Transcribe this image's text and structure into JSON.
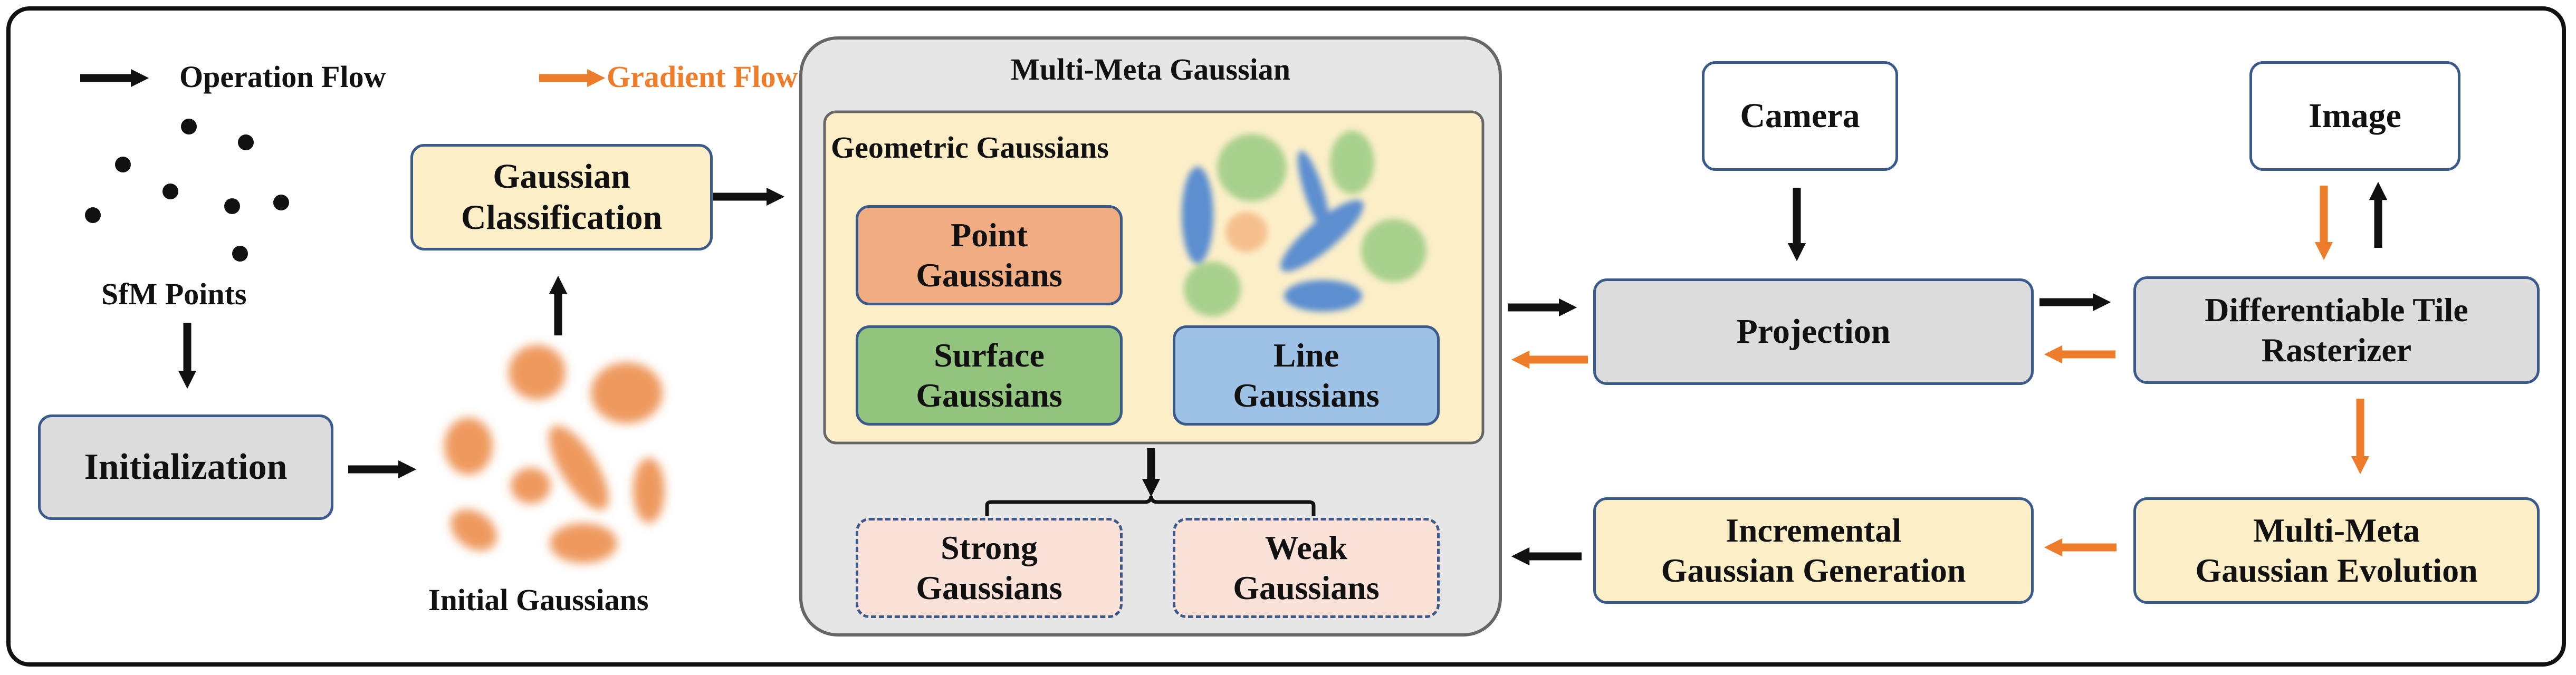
{
  "legend": {
    "operation_flow": "Operation Flow",
    "gradient_flow": "Gradient Flow"
  },
  "colors": {
    "operation_arrow": "#111111",
    "gradient_arrow": "#ee7d2b",
    "gradient_text": "#ee7d2b",
    "gaussian_blob": "#ee9a5e",
    "box_border": "#3a5a8c"
  },
  "left": {
    "sfm_label": "SfM Points",
    "initialization": "Initialization",
    "initial_gaussians_label": "Initial Gaussians",
    "classification": [
      "Gaussian",
      "Classification"
    ]
  },
  "center": {
    "title": "Multi-Meta Gaussian",
    "geometric_title": "Geometric Gaussians",
    "point": [
      "Point",
      "Gaussians"
    ],
    "surface": [
      "Surface",
      "Gaussians"
    ],
    "line": [
      "Line",
      "Gaussians"
    ],
    "strong": [
      "Strong",
      "Gaussians"
    ],
    "weak": [
      "Weak",
      "Gaussians"
    ]
  },
  "right": {
    "camera": "Camera",
    "image": "Image",
    "projection": "Projection",
    "rasterizer": [
      "Differentiable Tile",
      "Rasterizer"
    ],
    "evolution": [
      "Multi-Meta",
      "Gaussian Evolution"
    ],
    "generation": [
      "Incremental",
      "Gaussian Generation"
    ]
  }
}
